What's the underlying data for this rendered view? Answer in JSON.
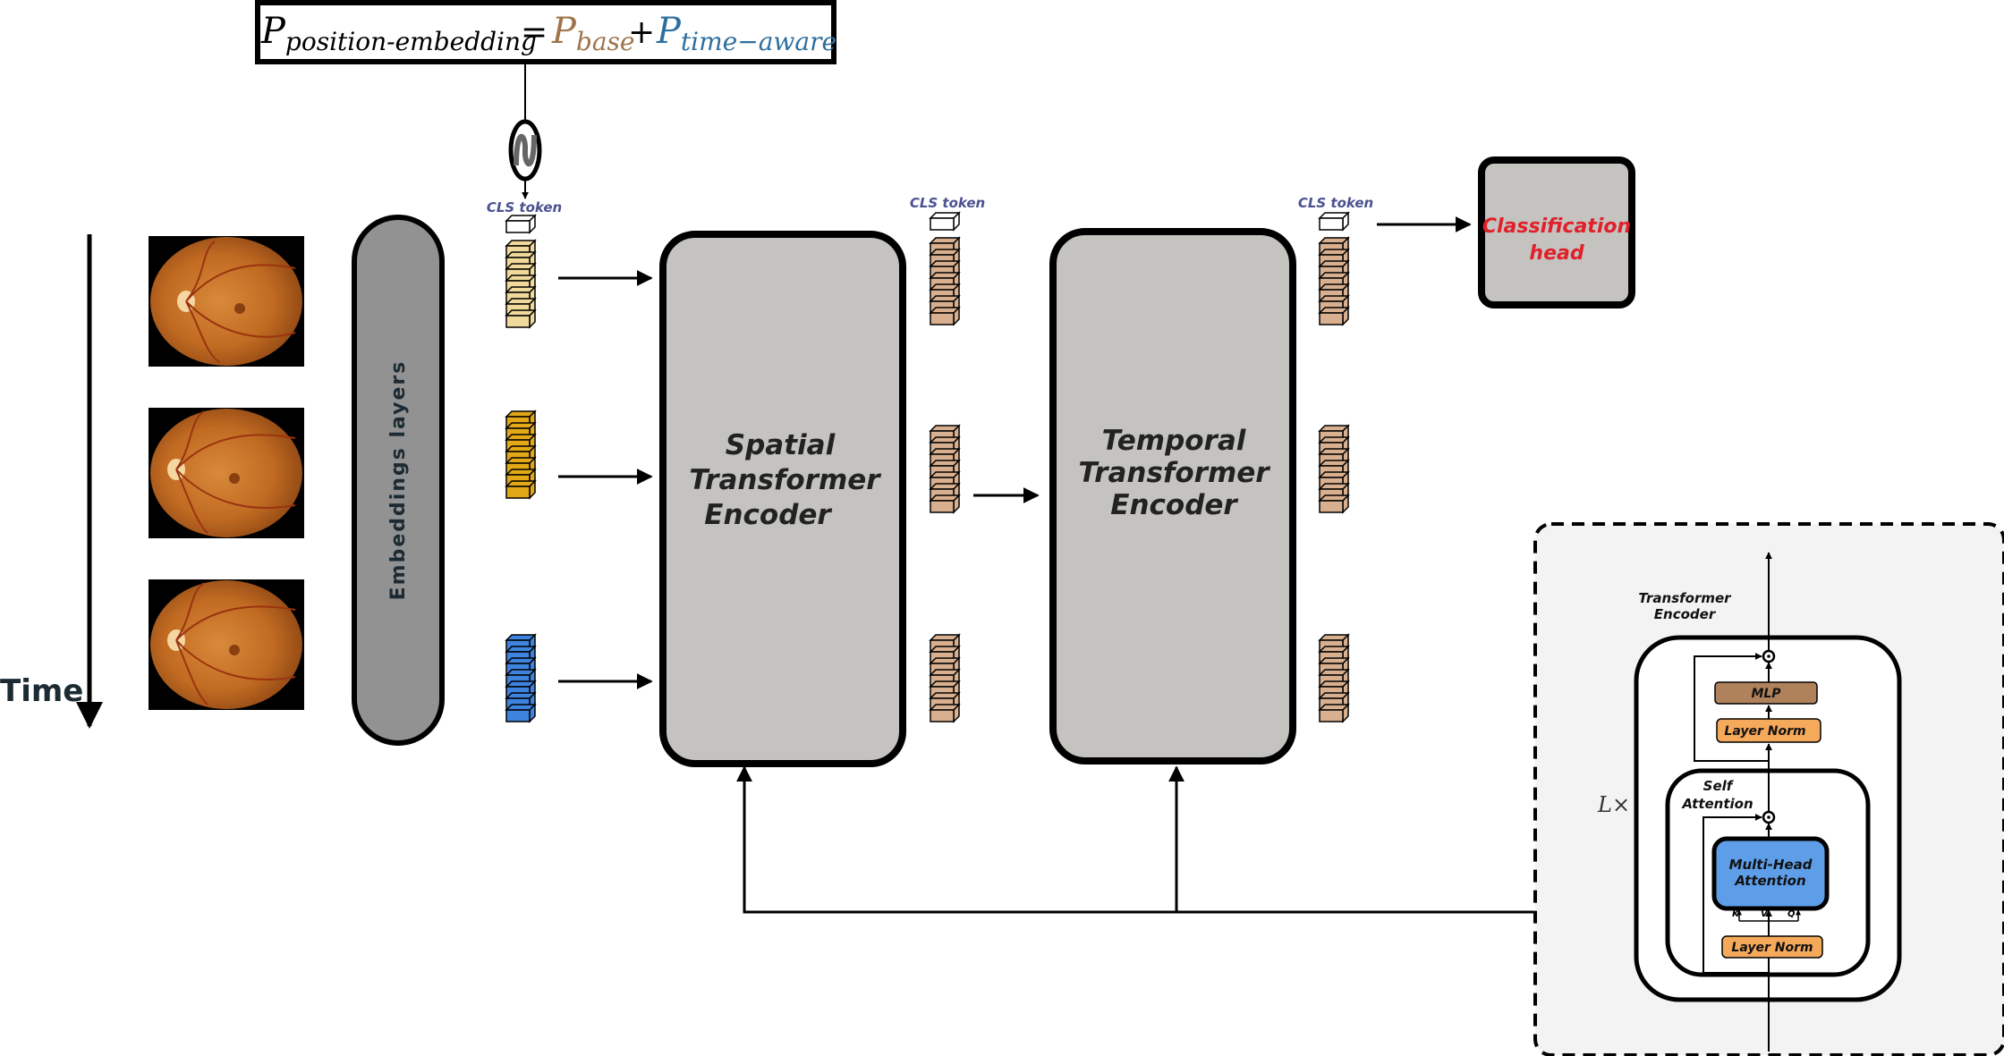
{
  "formula": {
    "lhs_symbol": "P",
    "lhs_sub": "position-embedding",
    "equals": "=",
    "base_symbol": "P",
    "base_sub": "base",
    "plus": "+",
    "time_symbol": "P",
    "time_sub": "time−aware"
  },
  "colors": {
    "base": "#a0744a",
    "time_aware": "#2e6fa0",
    "token_light": "#f0d99a",
    "token_mid": "#e3a818",
    "token_blue": "#3e83de",
    "token_out": "#d9b08f",
    "encoder_fill": "#c4c3bf",
    "embed_fill": "#929292",
    "class_text": "#e0202a",
    "mlp_fill": "#b0825c",
    "norm_fill": "#f5a95a",
    "mha_fill": "#5e9ee8",
    "panel_fill": "#f3f3f3"
  },
  "labels": {
    "time": "Time",
    "embeddings": "Embeddings layers",
    "cls_token_1": "CLS token",
    "cls_token_2": "CLS token",
    "cls_token_3": "CLS token",
    "spatial_1": "Spatial",
    "spatial_2": "Transformer",
    "spatial_3": "Encoder",
    "temporal_1": "Temporal",
    "temporal_2": "Transformer",
    "temporal_3": "Encoder",
    "class_1": "Classification",
    "class_2": "head"
  },
  "encoder_detail": {
    "title_1": "Transformer",
    "title_2": "Encoder",
    "repeat": "L×",
    "mlp": "MLP",
    "layer_norm_top": "Layer Norm",
    "self_attn_1": "Self",
    "self_attn_2": "Attention",
    "mha_1": "Multi-Head",
    "mha_2": "Attention",
    "k": "K",
    "v": "V",
    "q": "Q",
    "layer_norm_bottom": "Layer Norm"
  }
}
